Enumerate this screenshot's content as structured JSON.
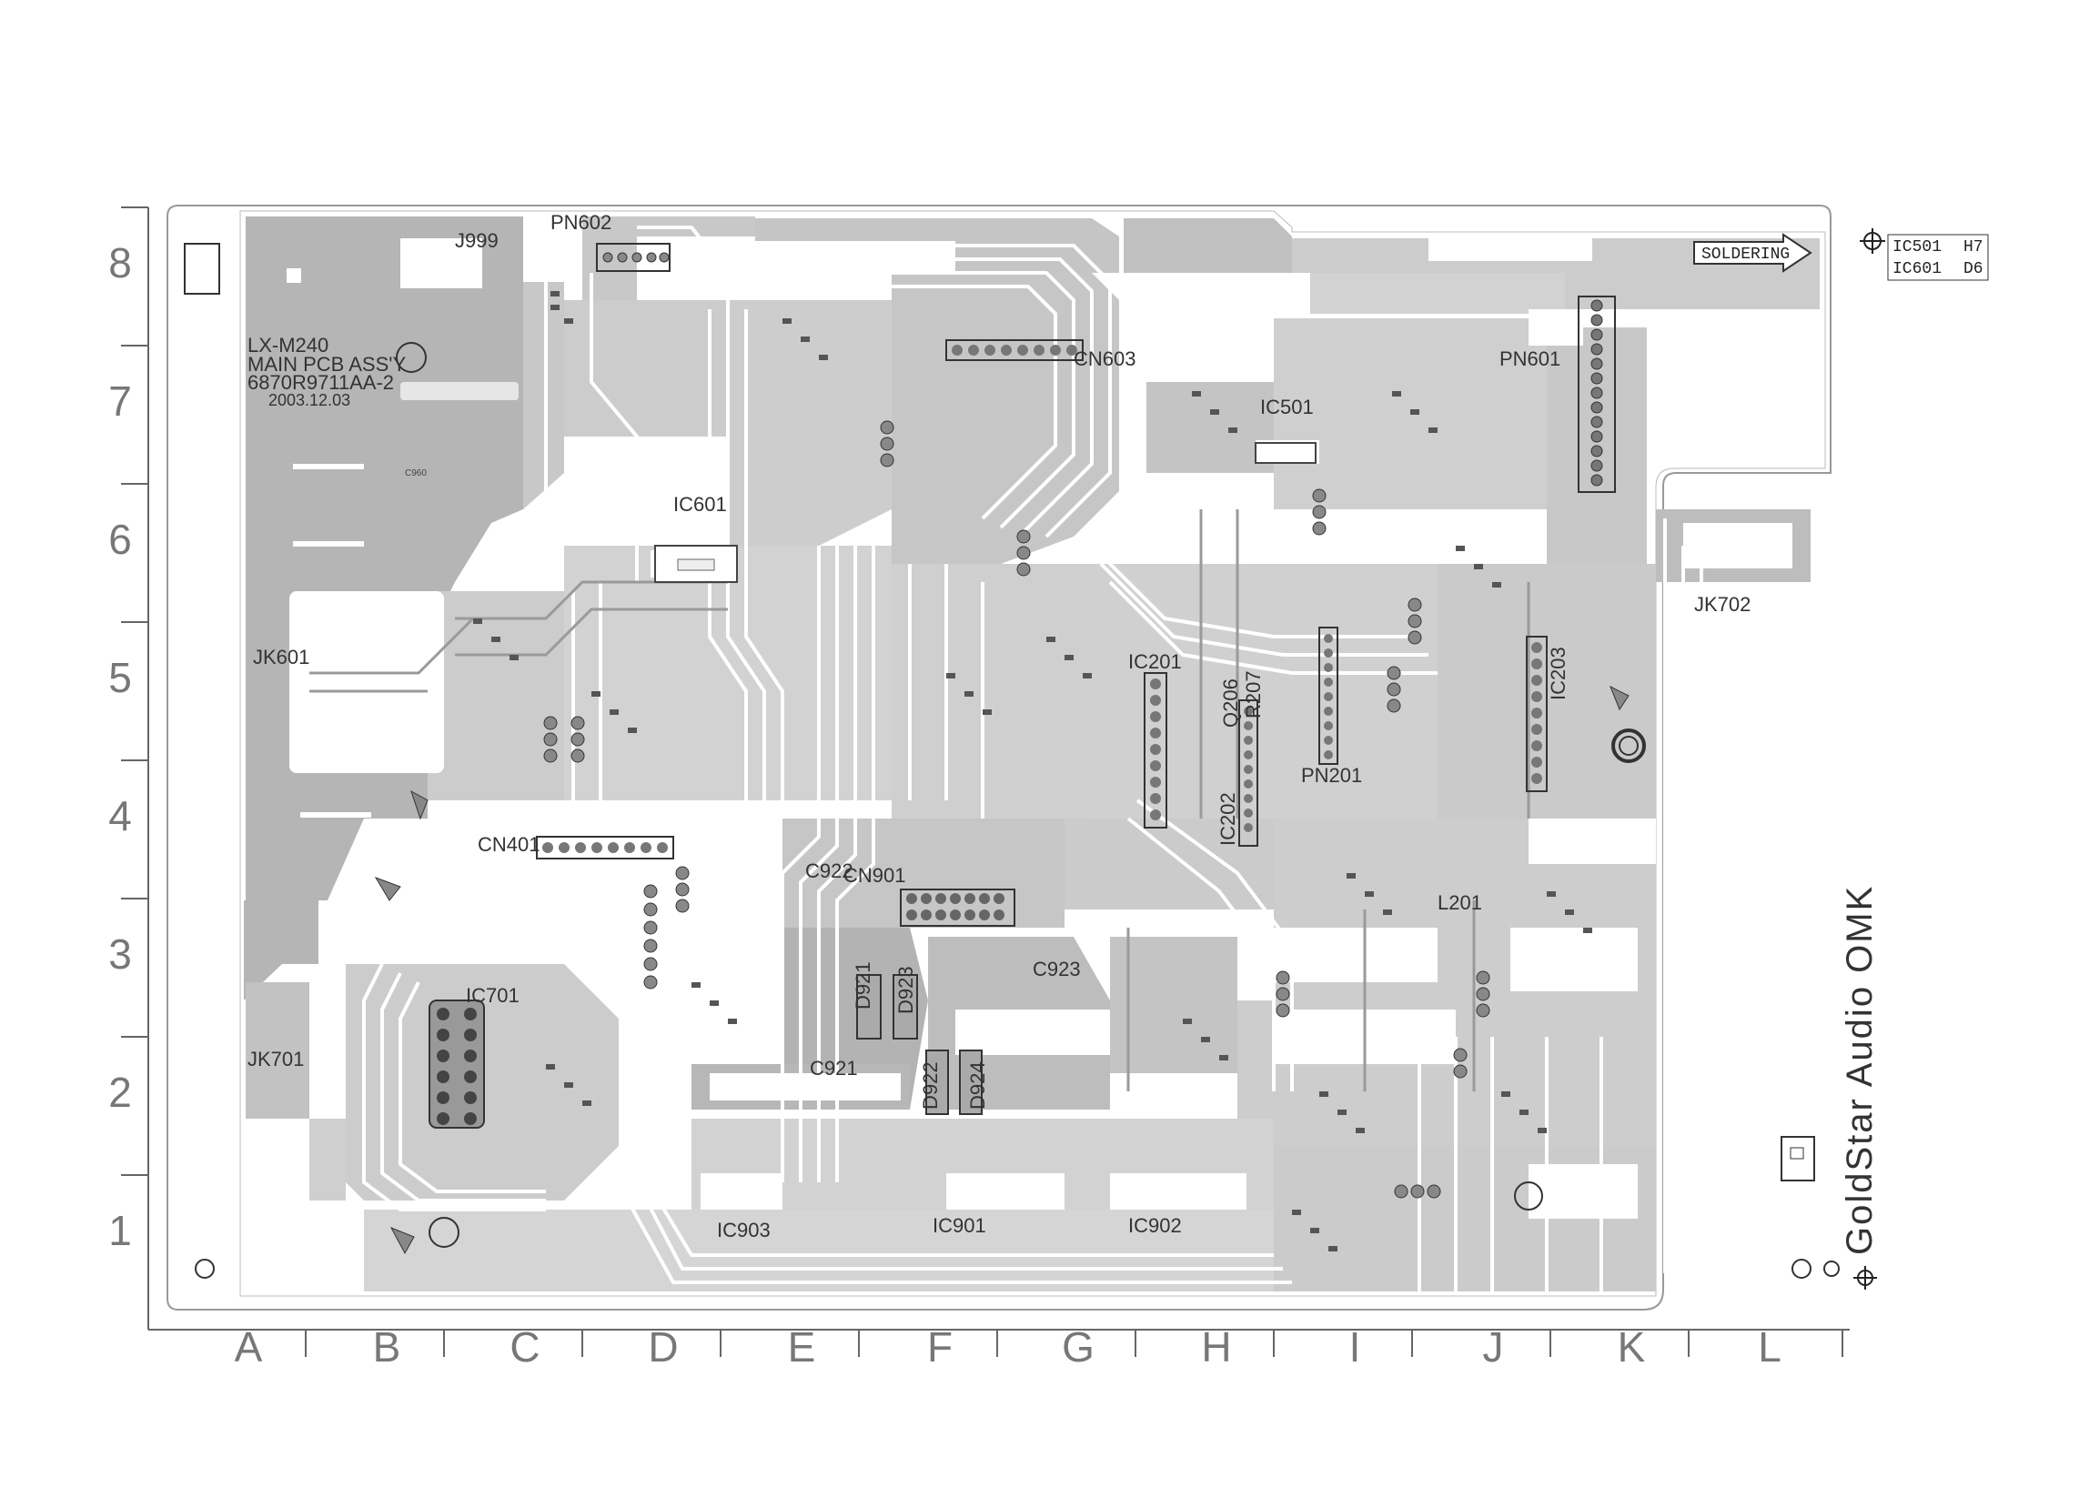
{
  "board": {
    "model": "LX-M240",
    "name": "MAIN PCB ASS'Y",
    "part_number": "6870R9711AA-2",
    "date": "2003.12.03"
  },
  "brand_text": "GoldStar Audio OMK",
  "soldering_label": "SOLDERING",
  "legend": [
    {
      "ic": "IC501",
      "loc": "H7"
    },
    {
      "ic": "IC601",
      "loc": "D6"
    }
  ],
  "grid": {
    "rows": [
      "8",
      "7",
      "6",
      "5",
      "4",
      "3",
      "2",
      "1"
    ],
    "cols": [
      "A",
      "B",
      "C",
      "D",
      "E",
      "F",
      "G",
      "H",
      "I",
      "J",
      "K",
      "L"
    ]
  },
  "components": {
    "ic": [
      "IC501",
      "IC601",
      "IC701",
      "IC201",
      "IC202",
      "IC203",
      "IC901",
      "IC902",
      "IC903"
    ],
    "connectors": [
      "PN601",
      "PN602",
      "CN603",
      "CN401",
      "CN901",
      "PN201",
      "JK601",
      "JK701",
      "JK702",
      "J999"
    ],
    "capacitors": [
      "C922",
      "C923",
      "C921",
      "C960"
    ],
    "diodes": [
      "D921",
      "D922",
      "D923",
      "D924"
    ],
    "misc": [
      "Q206",
      "R207",
      "L201"
    ]
  }
}
